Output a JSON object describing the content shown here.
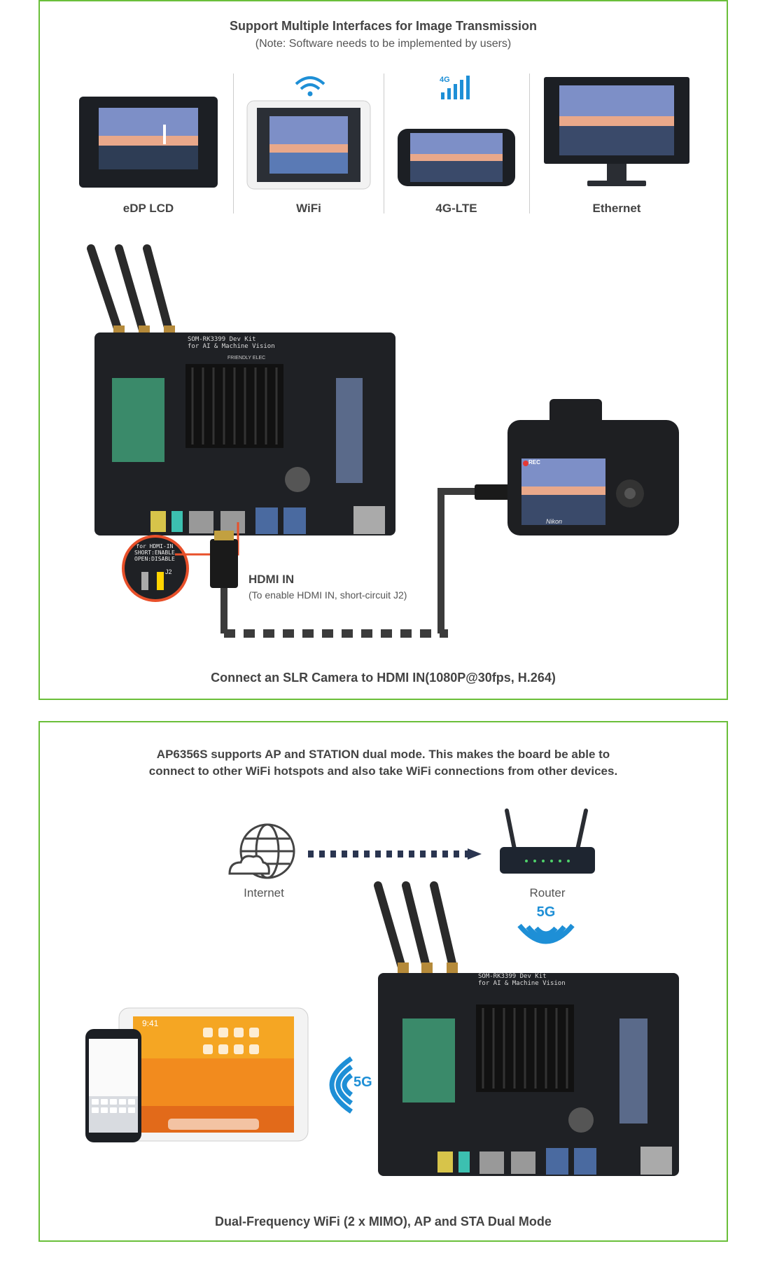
{
  "panel1": {
    "title": "Support Multiple Interfaces for Image Transmission",
    "note": "(Note: Software needs to be implemented by users)",
    "interfaces": [
      {
        "label": "eDP LCD",
        "icon": "tablet-display-icon"
      },
      {
        "label": "WiFi",
        "icon": "ipad-icon"
      },
      {
        "label": "4G-LTE",
        "icon": "phone-icon"
      },
      {
        "label": "Ethernet",
        "icon": "monitor-icon"
      }
    ],
    "signal_badge": "4G",
    "hdmi_title": "HDMI IN",
    "hdmi_note": "(To enable HDMI IN, short-circuit J2)",
    "jumper_text": [
      "for HDMI-IN",
      "SHORT:ENABLE",
      "OPEN:DISABLE"
    ],
    "jumper_label": "J2",
    "board_label": [
      "SOM-RK3399 Dev Kit",
      "for AI & Machine Vision"
    ],
    "board_brand": "FRIENDLY ELEC",
    "camera_brand": "Nikon",
    "camera_rec": "REC",
    "caption": "Connect an SLR Camera to HDMI IN(1080P@30fps, H.264)"
  },
  "panel2": {
    "title_line1": "AP6356S supports AP and STATION dual mode. This makes the board be able to",
    "title_line2": "connect to other WiFi hotspots and also take WiFi connections from other devices.",
    "internet_label": "Internet",
    "router_label": "Router",
    "badge_5g_router": "5G",
    "badge_5g_devices": "5G",
    "tablet_time": "9:41",
    "caption": "Dual-Frequency WiFi (2 x MIMO), AP and STA Dual Mode"
  },
  "colors": {
    "border_green": "#6abf3a",
    "wifi_blue": "#1e8fd6",
    "callout_orange": "#e8502a",
    "cable_dark": "#3b3b3b"
  }
}
